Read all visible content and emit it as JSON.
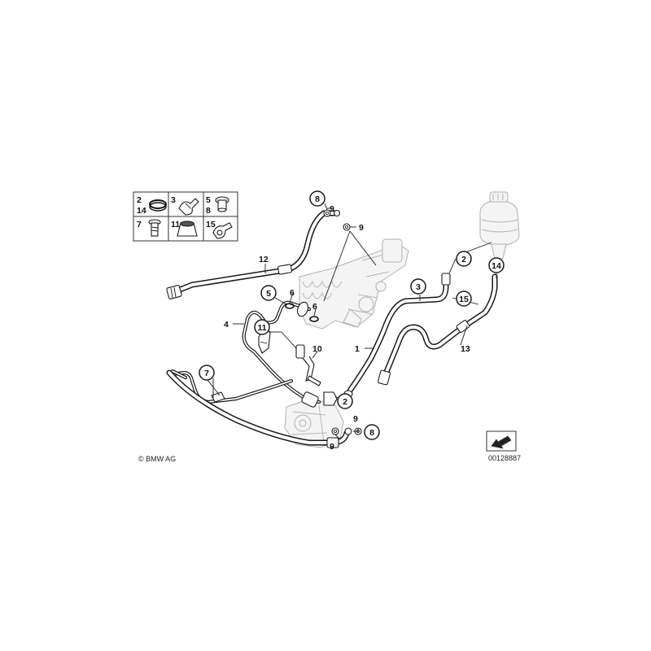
{
  "copyright": "© BMW AG",
  "drawing_number": "00128887",
  "legend": {
    "labels": [
      "2",
      "14",
      "3",
      "5",
      "8",
      "7",
      "11",
      "15"
    ]
  },
  "callouts": {
    "c1": "1",
    "c2a": "2",
    "c2b": "2",
    "c3": "3",
    "c4": "4",
    "c5": "5",
    "c6a": "6",
    "c6b": "6",
    "c7": "7",
    "c8a": "8",
    "c8b": "8",
    "c9a": "9",
    "c9b": "9",
    "c9c": "9",
    "c9d": "9",
    "c10": "10",
    "c11": "11",
    "c12": "12",
    "c13": "13",
    "c14": "14",
    "c15": "15"
  }
}
